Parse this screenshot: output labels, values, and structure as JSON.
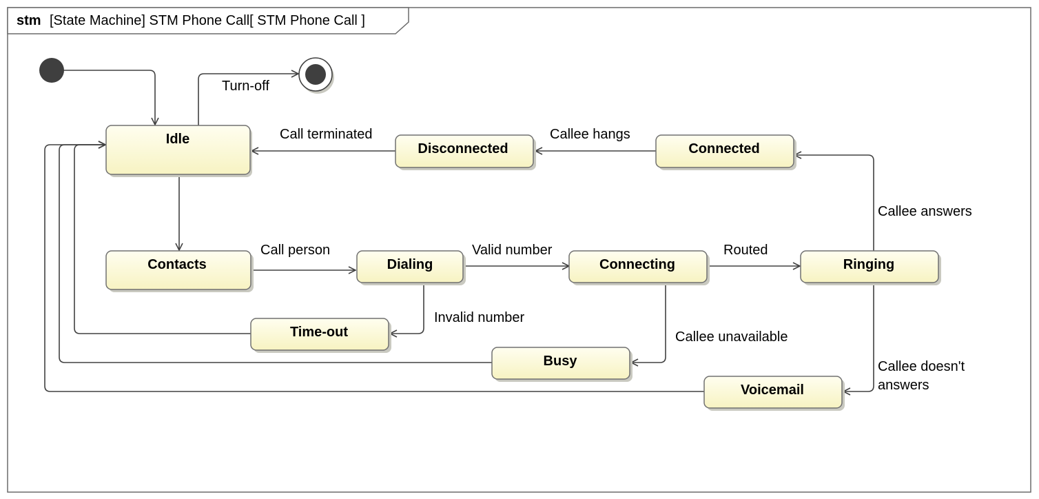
{
  "frame": {
    "keyword": "stm",
    "title": "[State Machine] STM Phone Call[ STM Phone Call ]"
  },
  "colors": {
    "state_fill_top": "#fffef0",
    "state_fill_bottom": "#f7f3c2",
    "state_border": "#707070",
    "edge": "#404040",
    "pseudostate": "#3f3f3f"
  },
  "states": {
    "idle": "Idle",
    "disconnected": "Disconnected",
    "connected": "Connected",
    "contacts": "Contacts",
    "dialing": "Dialing",
    "connecting": "Connecting",
    "ringing": "Ringing",
    "timeout": "Time-out",
    "busy": "Busy",
    "voicemail": "Voicemail"
  },
  "transitions": {
    "turn_off": "Turn-off",
    "call_terminated": "Call terminated",
    "callee_hangs": "Callee hangs",
    "callee_answers": "Callee answers",
    "call_person": "Call person",
    "valid_number": "Valid number",
    "routed": "Routed",
    "invalid_number": "Invalid number",
    "callee_unavailable": "Callee unavailable",
    "callee_doesnt_answer_line1": "Callee doesn't",
    "callee_doesnt_answer_line2": "answers"
  }
}
